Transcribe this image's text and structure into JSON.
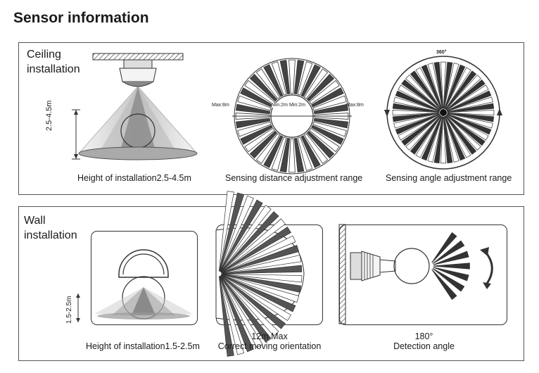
{
  "title": "Sensor information",
  "ceiling": {
    "label_line1": "Ceiling",
    "label_line2": "installation",
    "height_marker": "2.5-4.5m",
    "caption_height": "Height of installation2.5-4.5m",
    "caption_distance": "Sensing distance adjustment range",
    "caption_angle": "Sensing angle adjustment range",
    "max_left": "Max:8m",
    "min_left": "Min:2m",
    "min_right": "Min:2m",
    "max_right": "Max:8m",
    "angle_label": "360°"
  },
  "wall": {
    "label_line1": "Wall",
    "label_line2": "installation",
    "height_marker": "1.5-2.5m",
    "caption_height": "Height of installation1.5-2.5m",
    "caption_range_line1": "12m Max",
    "caption_range_line2": "Correct moving orientation",
    "caption_angle_line1": "180°",
    "caption_angle_line2": "Detection angle"
  }
}
